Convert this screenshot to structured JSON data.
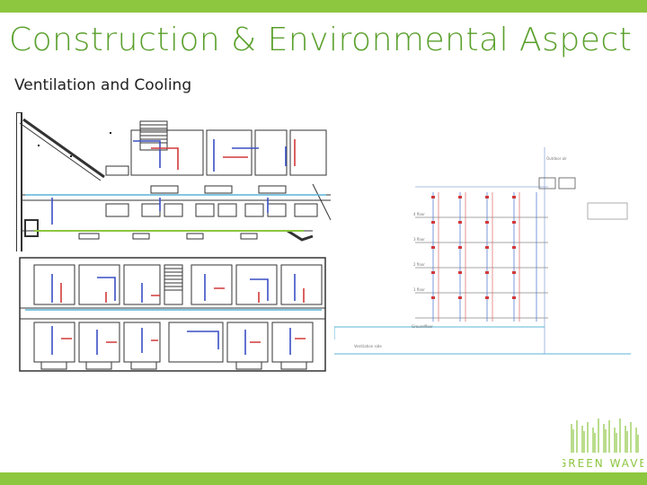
{
  "slide": {
    "title": "Construction & Environmental Aspect",
    "subtitle": "Ventilation and Cooling"
  },
  "logo": {
    "text": "GREEN WAVE"
  },
  "colors": {
    "accent_bar": "#8dc63f",
    "title_text": "#5aa02c",
    "duct_blue": "#3a4fc4",
    "duct_red": "#d23a3a",
    "duct_green": "#8dc63f",
    "duct_cyan": "#5ab4d6"
  },
  "floor_plans": {
    "upper_plan": "ground-floor-ventilation-plan",
    "lower_plan": "typical-floor-ventilation-plan"
  },
  "schematic": {
    "description": "ventilation-riser-schematic"
  }
}
